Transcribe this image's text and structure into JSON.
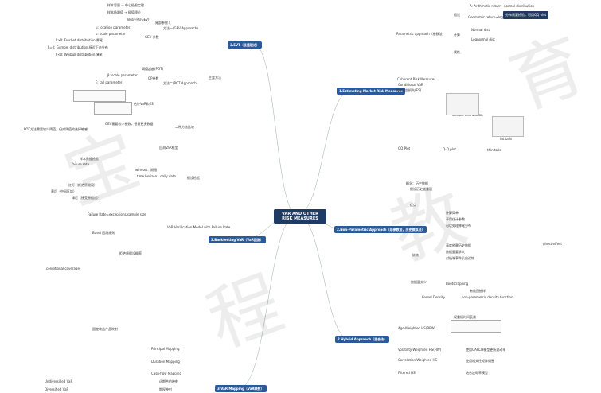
{
  "center": "VAR AND OTHER RISK MEASURES",
  "branches": {
    "evt": "3.EVT（极值理论）",
    "backtesting": "3.Backtesting VaR（VaR回测）",
    "mapping": "3.VaR Mapping（VaR映射）",
    "estimating": "1.Estimating Market Risk Measures",
    "nonparam": "2.Non-Parametric Approach（非参数法，历史模拟法）",
    "hybrid": "2.Hybrid Approach（混合法）"
  },
  "evt_items": [
    "样本容量 → 中心极限定理",
    "样本极端值 → 极值理论",
    "极值分布(GEV)",
    "尾部参数 ξ",
    "μ: location parameter",
    "σ: scale parameter",
    "GEV 参数",
    "ξ>0: Fréchet distribution,厚尾",
    "ξ=0: Gumbel distribution,接近正态分布",
    "ξ<0: Weibull distribution,薄尾",
    "方法一(GEV Approach)",
    "阈值超越(POT)",
    "β: scale parameter",
    "ξ: tail parameter",
    "GP参数",
    "方法二(POT Approach)",
    "估计VaR和ES",
    "二种方法比较",
    "主要方法",
    "GEV需要较少参数，但需更多数据",
    "POT方法需要较少阈值，但对阈值的选择敏感"
  ],
  "backtesting_items": [
    "回测VaR模型",
    "样本数据检验",
    "failure rate",
    "window：期限",
    "time horizon：daily data",
    "假设检验",
    "红灯（拒绝原假设）",
    "黄灯（中间区域）",
    "绿灯（接受原假设）",
    "Failure Rate=exceptions/sample size",
    "VaR Verification Model with Failure Rate",
    "Basel 回测规则",
    "拒绝原假设概率",
    "conditional coverage"
  ],
  "mapping_items": [
    "固定收益产品映射",
    "Principal Mapping",
    "Duration Mapping",
    "Cash-flow Mapping",
    "远期合约映射",
    "期权映射",
    "Undiversified VaR",
    "Diversified VaR"
  ],
  "estimating_items": [
    "Parametric approach（参数法）",
    "假设",
    "A: Arithmetic return~normal distribution",
    "Geometric return~lognormal distribution",
    "计算",
    "Normal dist",
    "Lognormal dist",
    "Coherent Risk Measures",
    "Conditional VaR",
    "属性",
    "预期尾部损失(ES)",
    "QQ Plot",
    "sample distribution",
    "fat tails",
    "thin tails",
    "Q-Q plot"
  ],
  "tag_text": "分布需要检验，可用QQ plot",
  "nonparam_items": [
    "概念：历史数据",
    "假设历史能重演",
    "优点",
    "计算简单",
    "不用估计参数",
    "可以处理厚尾分布",
    "缺点",
    "高度依赖历史数据",
    "数据量要求大",
    "对极端事件反应迟钝",
    "ghost effect",
    "数据量太少",
    "Bootstrapping",
    "有放回抽样",
    "Kernel Density",
    "non-parametric density function"
  ],
  "hybrid_items": [
    "Age-Weighted HS(BRW)",
    "Volatility-Weighted HS(HW)",
    "Correlation-Weighted HS",
    "Filtered HS",
    "权重随时间衰减",
    "使用GARCH模型更新波动率",
    "使用相关性矩阵调整",
    "结合波动率模型"
  ],
  "watermark_chars": [
    "宝",
    "程",
    "教",
    "育"
  ],
  "colors": {
    "center": "#1f3b63",
    "branch": "#2c5a99",
    "tag": "#1f3b63"
  }
}
